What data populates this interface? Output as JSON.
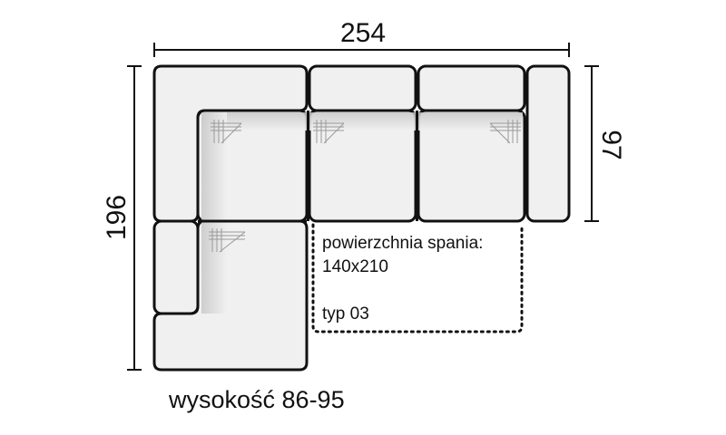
{
  "dimensions": {
    "width": "254",
    "depth": "196",
    "seat_depth": "97"
  },
  "sleeping_area": {
    "label": "powierzchnia spania:",
    "size": "140x210",
    "type": "typ 03"
  },
  "height_note": "wysokość 86-95",
  "colors": {
    "outline": "#111111",
    "cushion_fill": "#f0f0f0",
    "shadow": "#c8c8c8"
  }
}
